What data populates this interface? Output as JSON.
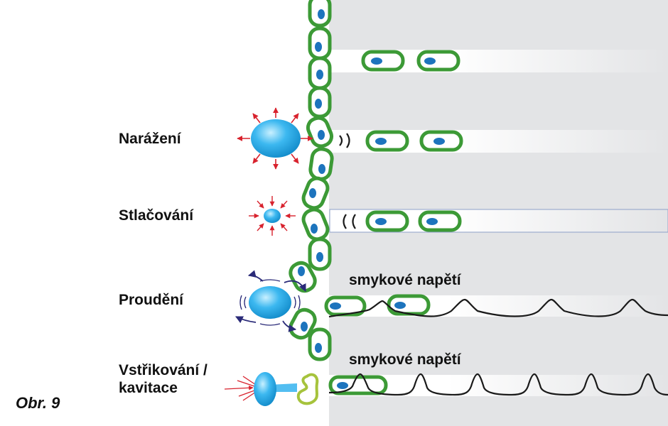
{
  "labels": {
    "impact": "Narážení",
    "compression": "Stlačování",
    "flow": "Proudění",
    "injection_line1": "Vstřikování /",
    "injection_line2": "kavitace",
    "shear_1": "smykové napětí",
    "shear_2": "smykové napětí",
    "figure": "Obr. 9"
  },
  "colors": {
    "tissue_bg": "#e3e4e6",
    "cell_border": "#3c9a36",
    "nucleus": "#1d74bd",
    "bubble": "#35b3ee",
    "arrow_red": "#d8222d",
    "arrow_blue": "#2a2a78",
    "wave_line": "#1a1a1a"
  }
}
